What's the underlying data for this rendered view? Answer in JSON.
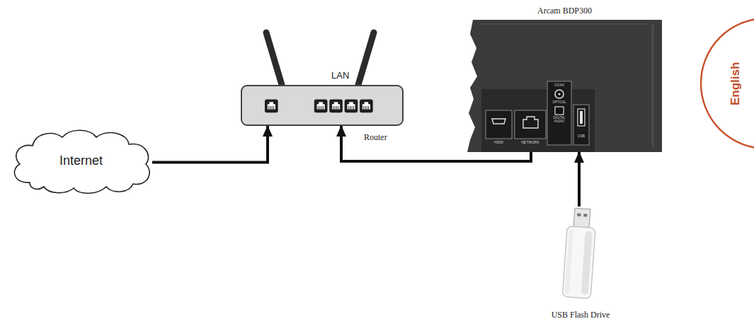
{
  "diagram": {
    "nodes": [
      {
        "text": [
          "Internet"
        ]
      },
      {
        "text": [
          "LAN",
          "Router"
        ]
      },
      {
        "text": [
          "Arcam BDP300"
        ]
      },
      {
        "text": [
          "USB Flash Drive"
        ]
      }
    ],
    "edges": [
      {
        "from": 0,
        "to": 1,
        "arrow": "to"
      },
      {
        "from": 2,
        "to": 1,
        "arrow": "to"
      },
      {
        "from": 3,
        "to": 2,
        "arrow": "to"
      }
    ],
    "labels": [
      "English",
      "HDMI",
      "NETWORK",
      "COAX",
      "OPTICAL",
      "DIGITAL AUDIO",
      "USB"
    ]
  }
}
